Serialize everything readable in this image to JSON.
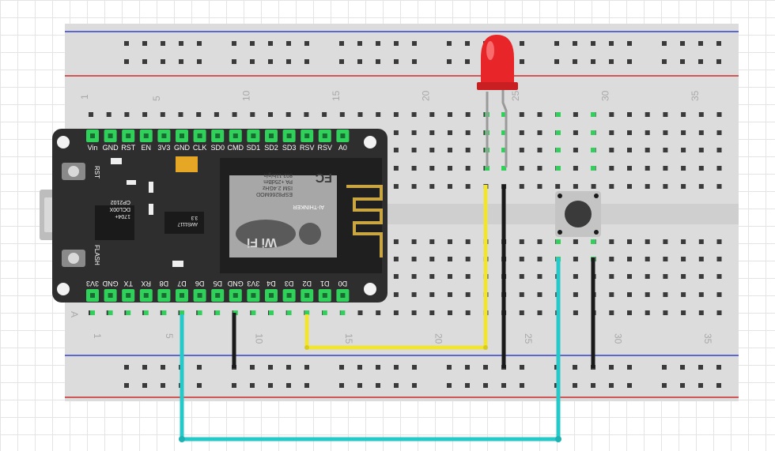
{
  "breadboard": {
    "column_numbers_top": [
      "1",
      "5",
      "10",
      "15",
      "20",
      "25",
      "30",
      "35"
    ],
    "column_numbers_bottom": [
      "1",
      "5",
      "10",
      "15",
      "20",
      "25",
      "30",
      "35"
    ],
    "row_letter": "A"
  },
  "board": {
    "top_pins": [
      "Vin",
      "GND",
      "RST",
      "EN",
      "3V3",
      "GND",
      "CLK",
      "SD0",
      "CMD",
      "SD1",
      "SD2",
      "SD3",
      "RSV",
      "RSV",
      "A0"
    ],
    "bottom_pins": [
      "3V3",
      "GND",
      "TX",
      "RX",
      "D8",
      "D7",
      "D6",
      "D5",
      "GND",
      "3V3",
      "D4",
      "D3",
      "D2",
      "D1",
      "D0"
    ],
    "rst_label": "RST",
    "flash_label": "FLASH",
    "module": {
      "brand": "Wi Fi",
      "model_lines": [
        "ESP8266MOD",
        "ISM 2.4GHz",
        "PA +25dBm",
        "802.11b/g/n"
      ],
      "vendor": "AI-THINKER",
      "cert": "FC"
    },
    "usb_chip_lines": [
      "CP2102",
      "DCL00X",
      "1704+"
    ],
    "regulator_lines": [
      "AMS1117",
      "3.3"
    ]
  },
  "components": {
    "led_color": "#e8262a",
    "button_cap_color": "#3a3a3a"
  },
  "wires": {
    "yellow": "#f2e530",
    "cyan": "#24c9c9",
    "black": "#1a1a1a"
  }
}
